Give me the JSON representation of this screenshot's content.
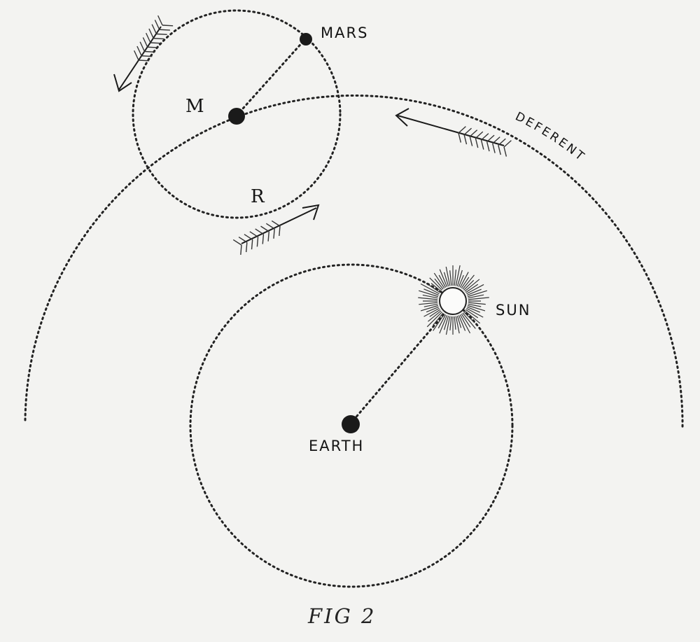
{
  "labels": {
    "mars": "MARS",
    "m": "M",
    "r": "R",
    "deferent": "DEFERENT",
    "sun": "SUN",
    "earth": "EARTH",
    "caption": "FIG 2"
  },
  "colors": {
    "ink": "#1a1a1a",
    "paper": "#f3f3f1"
  }
}
